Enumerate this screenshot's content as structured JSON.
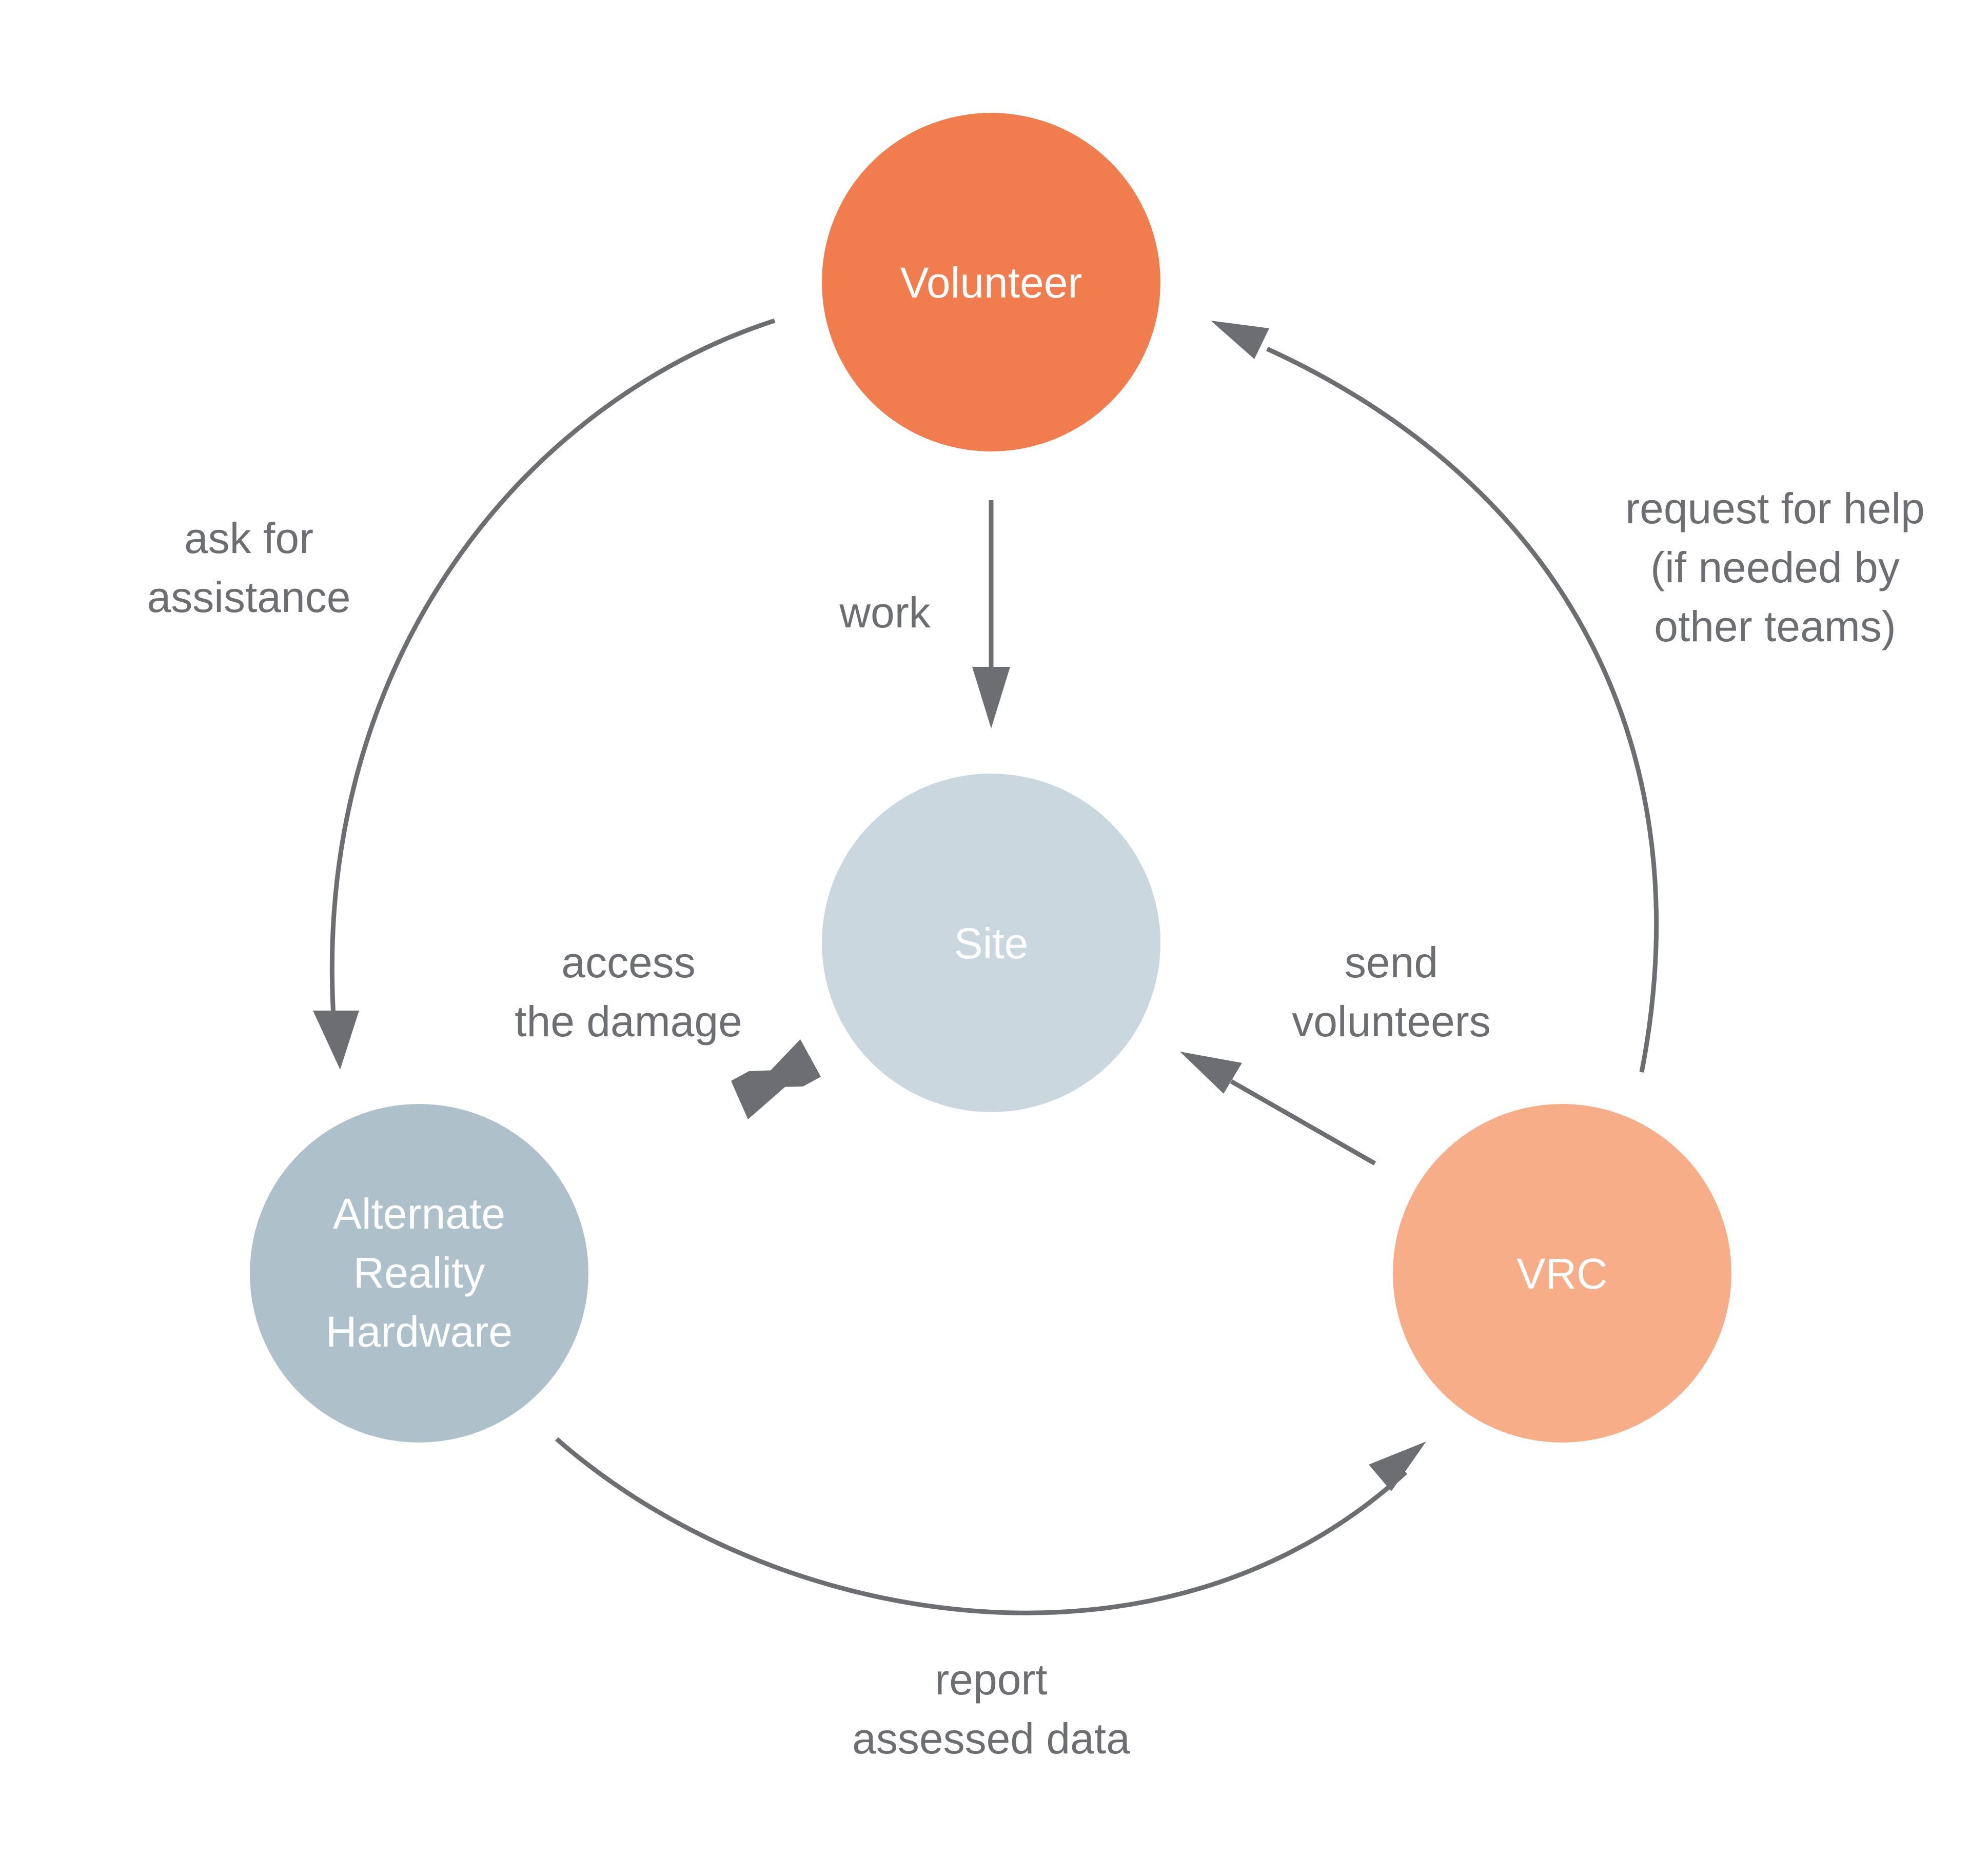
{
  "nodes": {
    "volunteer": {
      "lines": [
        "Volunteer"
      ],
      "color": "#f17c4e"
    },
    "site": {
      "lines": [
        "Site"
      ],
      "color": "#cbd7de"
    },
    "alternate_reality_hardware": {
      "lines": [
        "Alternate",
        "Reality",
        "Hardware"
      ],
      "color": "#aec0ca"
    },
    "vrc": {
      "lines": [
        "VRC"
      ],
      "color": "#f7ad87"
    }
  },
  "edges": {
    "ask_for_assistance": {
      "lines": [
        "ask for",
        "assistance"
      ]
    },
    "work": {
      "lines": [
        "work"
      ]
    },
    "request_for_help": {
      "lines": [
        "request for help",
        "(if needed by",
        "other teams)"
      ]
    },
    "access_the_damage": {
      "lines": [
        "access",
        "the damage"
      ]
    },
    "send_volunteers": {
      "lines": [
        "send",
        "volunteers"
      ]
    },
    "report_assessed_data": {
      "lines": [
        "report",
        "assessed data"
      ]
    }
  },
  "colors": {
    "edge": "#6d6e71",
    "node_text": "#ffffff",
    "background": "#ffffff"
  }
}
